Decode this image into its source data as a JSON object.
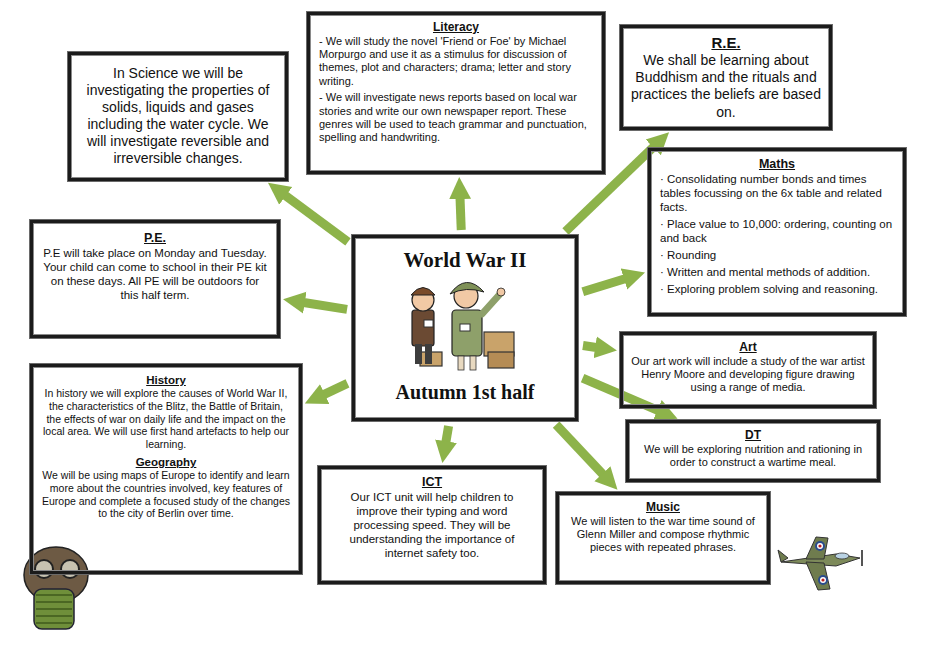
{
  "diagram": {
    "nodes": [
      {
        "text": [
          "In Science we will be investigating the properties of solids, liquids and gases including the water cycle. We will investigate reversible and irreversible changes."
        ]
      },
      {
        "text": [
          "Literacy",
          "- We will study the novel 'Friend or Foe' by Michael Morpurgo and use it as a stimulus for discussion of themes, plot and characters; drama; letter and story writing.",
          "- We will investigate news reports based on local war stories and write our own newspaper report. These genres will be used to teach grammar and punctuation, spelling and handwriting."
        ]
      },
      {
        "text": [
          "R.E.",
          "We shall be learning about Buddhism and the rituals and practices the beliefs are based on."
        ]
      },
      {
        "text": [
          "Maths",
          "· Consolidating number bonds and times tables focussing on the 6x table and related facts.",
          "· Place value to 10,000: ordering, counting on and back",
          "· Rounding",
          "· Written and mental methods of addition.",
          "· Exploring problem solving and reasoning."
        ]
      },
      {
        "text": [
          "P.E.",
          "P.E will take place on Monday and Tuesday. Your child can come to school in their PE kit on these days. All PE will be outdoors for this half term."
        ]
      },
      {
        "text": [
          "World War II",
          "Autumn 1st half"
        ]
      },
      {
        "text": [
          "Art",
          "Our art work will include a study of the war artist Henry Moore and developing figure drawing using a range of media."
        ]
      },
      {
        "text": [
          "DT",
          "We will be exploring nutrition and rationing in order to construct a wartime meal."
        ]
      },
      {
        "text": [
          "History",
          "In history we will explore the causes of World War II, the characteristics of the Blitz, the Battle of Britain, the effects of war on daily life and the impact on the local area. We will use first hand artefacts to help our learning.",
          "Geography",
          "We will be using maps of Europe to identify and learn more about the countries involved, key features of Europe and complete a focused study of the changes to the city of Berlin over time."
        ]
      },
      {
        "text": [
          "ICT",
          "Our ICT unit will help children to improve their typing and word processing speed. They will be understanding the importance of internet safety too."
        ]
      },
      {
        "text": [
          "Music",
          "We will listen to the war time sound of Glenn Miller and compose rhythmic pieces with repeated phrases."
        ]
      }
    ],
    "edges": [
      {
        "from": 5,
        "to": 0,
        "arrow": "to"
      },
      {
        "from": 5,
        "to": 1,
        "arrow": "to"
      },
      {
        "from": 5,
        "to": 2,
        "arrow": "to"
      },
      {
        "from": 5,
        "to": 3,
        "arrow": "to"
      },
      {
        "from": 5,
        "to": 4,
        "arrow": "to"
      },
      {
        "from": 5,
        "to": 6,
        "arrow": "to"
      },
      {
        "from": 5,
        "to": 7,
        "arrow": "to"
      },
      {
        "from": 5,
        "to": 8,
        "arrow": "to"
      },
      {
        "from": 5,
        "to": 9,
        "arrow": "to"
      },
      {
        "from": 5,
        "to": 10,
        "arrow": "to"
      }
    ]
  }
}
